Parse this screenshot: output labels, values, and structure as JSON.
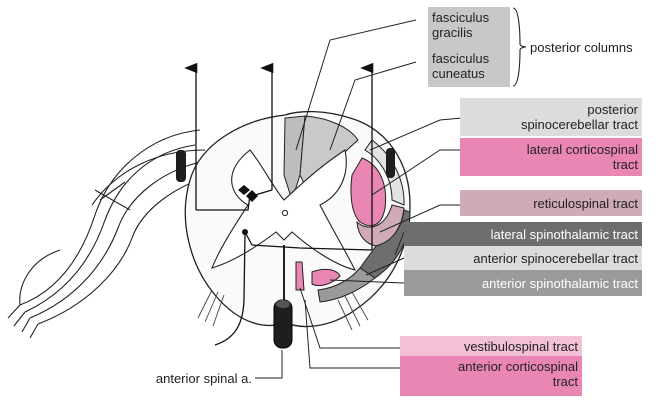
{
  "labels": {
    "fasciculus_gracilis": [
      "fasciculus",
      "gracilis"
    ],
    "fasciculus_cuneatus": [
      "fasciculus",
      "cuneatus"
    ],
    "posterior_columns": "posterior columns",
    "posterior_spinocerebellar": [
      "posterior",
      "spinocerebellar tract"
    ],
    "lateral_corticospinal": [
      "lateral corticospinal",
      "tract"
    ],
    "reticulospinal": "reticulospinal tract",
    "lateral_spinothalamic": "lateral spinothalamic tract",
    "anterior_spinocerebellar": "anterior spinocerebellar tract",
    "anterior_spinothalamic": "anterior spinothalamic tract",
    "vestibulospinal": "vestibulospinal tract",
    "anterior_corticospinal": [
      "anterior corticospinal",
      "tract"
    ],
    "anterior_spinal_artery": "anterior spinal a."
  },
  "colors": {
    "gray_light": "#c8c8c8",
    "gray_pale": "#dcdcdc",
    "gray_dark": "#6e6e6e",
    "gray_mid": "#9a9a9a",
    "pink_strong": "#e986b3",
    "pink_pale": "#f2c0d7",
    "mauve": "#cfaab9",
    "posterior_column_fill": "#bdbdbd"
  }
}
